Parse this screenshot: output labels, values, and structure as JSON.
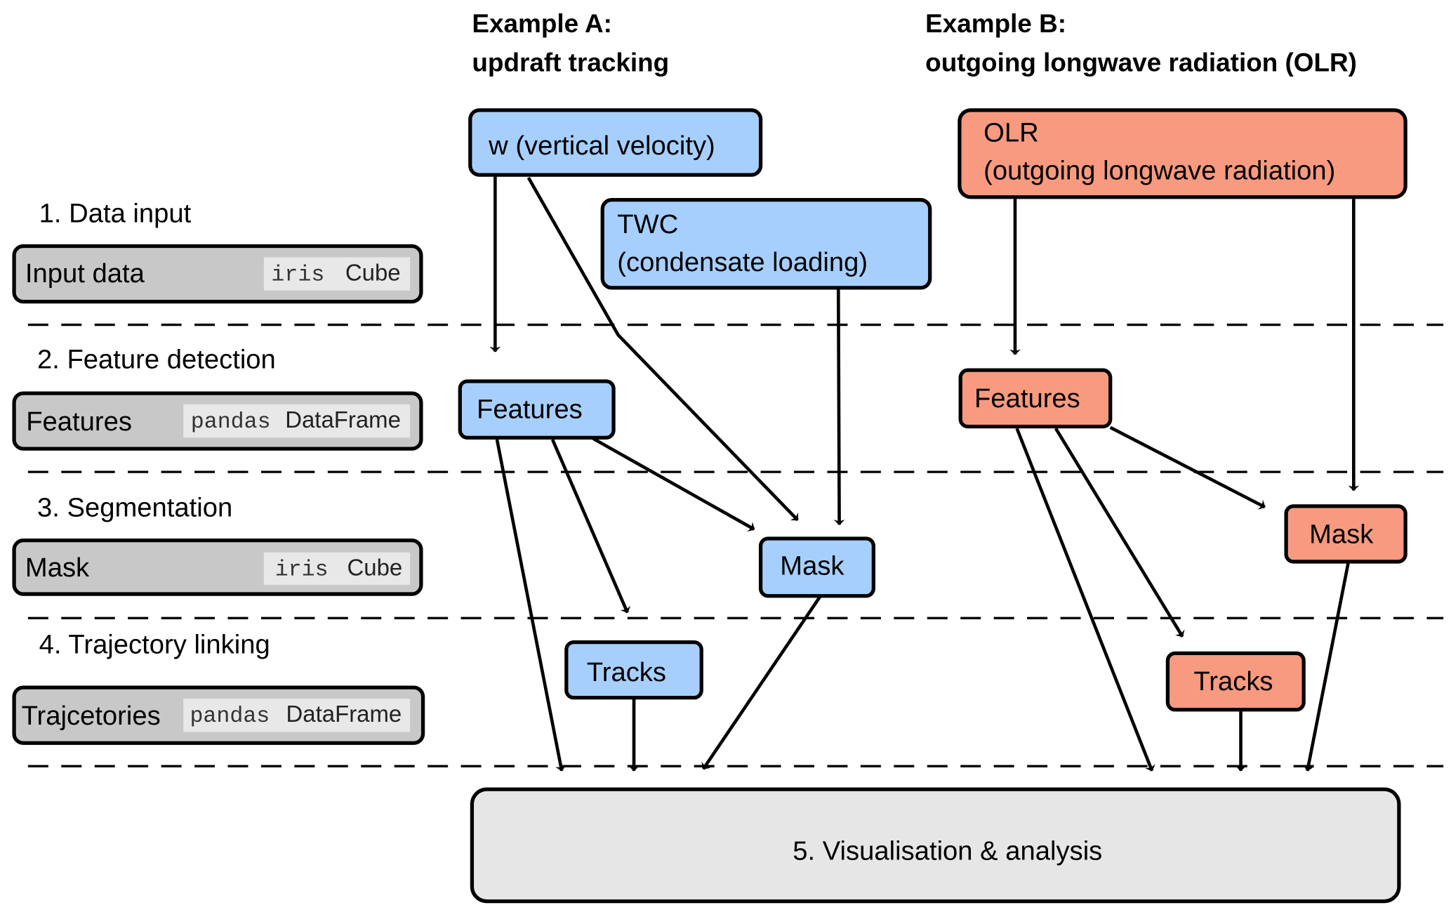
{
  "colors": {
    "example_a": "#a7cffd",
    "example_b": "#f89a7f",
    "stage_box": "#c8c8c8",
    "type_chip": "#e8e8e8",
    "output_box": "#e6e6e6"
  },
  "headers": {
    "example_a": {
      "line1": "Example A:",
      "line2": "updraft tracking"
    },
    "example_b": {
      "line1": "Example B:",
      "line2": "outgoing longwave radiation (OLR)"
    }
  },
  "stages": [
    {
      "title": "1. Data input",
      "box_label": "Input data",
      "type_module": "iris",
      "type_class": "Cube"
    },
    {
      "title": "2. Feature detection",
      "box_label": "Features",
      "type_module": "pandas",
      "type_class": "DataFrame"
    },
    {
      "title": "3. Segmentation",
      "box_label": "Mask",
      "type_module": "iris",
      "type_class": "Cube"
    },
    {
      "title": "4. Trajectory linking",
      "box_label": "Trajcetories",
      "type_module": "pandas",
      "type_class": "DataFrame"
    }
  ],
  "example_a": {
    "w": "w (vertical velocity)",
    "twc_line1": "TWC",
    "twc_line2": "(condensate loading)",
    "features": "Features",
    "mask": "Mask",
    "tracks": "Tracks"
  },
  "example_b": {
    "olr_line1": "OLR",
    "olr_line2": "(outgoing longwave radiation)",
    "features": "Features",
    "mask": "Mask",
    "tracks": "Tracks"
  },
  "output": {
    "label": "5. Visualisation & analysis"
  }
}
